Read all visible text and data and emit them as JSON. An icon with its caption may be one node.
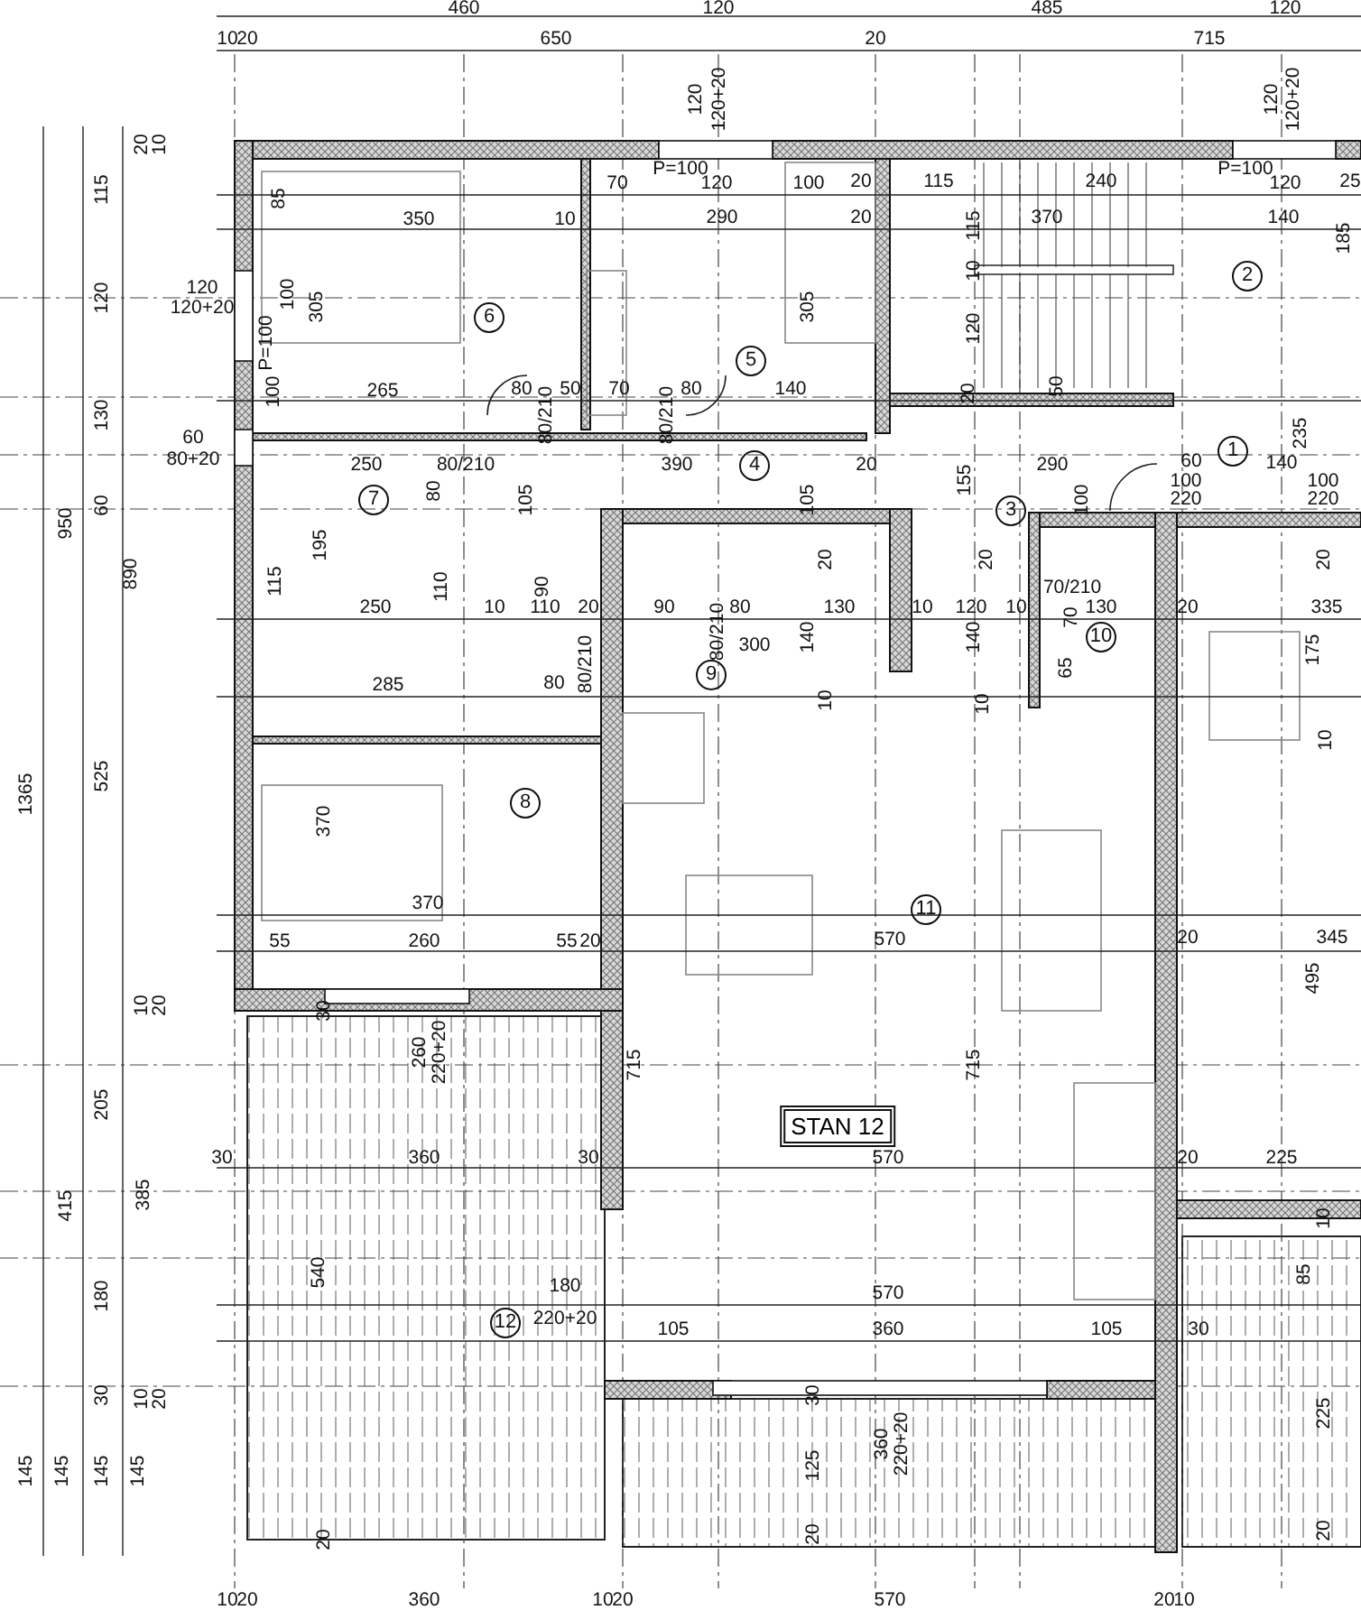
{
  "diagram": {
    "nodes": [
      {
        "text": [
          "STAN 12"
        ]
      }
    ],
    "labels": [
      "460",
      "120",
      "485",
      "120",
      "10",
      "20",
      "650",
      "20",
      "715",
      "120",
      "120+20",
      "120",
      "120+20",
      "20",
      "10",
      "115",
      "85",
      "70",
      "P=100",
      "120",
      "100",
      "20",
      "115",
      "240",
      "P=100",
      "120",
      "25",
      "350",
      "10",
      "290",
      "20",
      "115",
      "370",
      "140",
      "185",
      "10",
      "2",
      "120",
      "120",
      "120+20",
      "100",
      "305",
      "6",
      "305",
      "120",
      "P=100",
      "5",
      "100",
      "265",
      "80",
      "50",
      "70",
      "80",
      "140",
      "20",
      "50",
      "130",
      "80/210",
      "80/210",
      "235",
      "60",
      "80+20",
      "250",
      "80/210",
      "390",
      "4",
      "20",
      "290",
      "60",
      "1",
      "140",
      "155",
      "100",
      "100",
      "220",
      "220",
      "60",
      "7",
      "80",
      "105",
      "105",
      "3",
      "100",
      "950",
      "195",
      "20",
      "20",
      "20",
      "890",
      "115",
      "110",
      "90",
      "70/210",
      "250",
      "10",
      "110",
      "20",
      "90",
      "80/210",
      "80",
      "130",
      "10",
      "120",
      "10",
      "70",
      "130",
      "20",
      "335",
      "300",
      "140",
      "140",
      "10",
      "175",
      "80/210",
      "9",
      "65",
      "285",
      "80",
      "10",
      "10",
      "10",
      "1365",
      "525",
      "370",
      "8",
      "370",
      "11",
      "55",
      "260",
      "55",
      "20",
      "570",
      "20",
      "345",
      "495",
      "10",
      "20",
      "30",
      "260",
      "220+20",
      "715",
      "715",
      "205",
      "30",
      "360",
      "30",
      "570",
      "20",
      "225",
      "415",
      "385",
      "10",
      "540",
      "85",
      "180",
      "180",
      "570",
      "12",
      "220+20",
      "105",
      "360",
      "105",
      "30",
      "30",
      "10",
      "20",
      "30",
      "225",
      "360",
      "220+20",
      "145",
      "145",
      "145",
      "145",
      "125",
      "20",
      "20",
      "20",
      "10",
      "20",
      "360",
      "10",
      "20",
      "570",
      "20",
      "10"
    ]
  }
}
